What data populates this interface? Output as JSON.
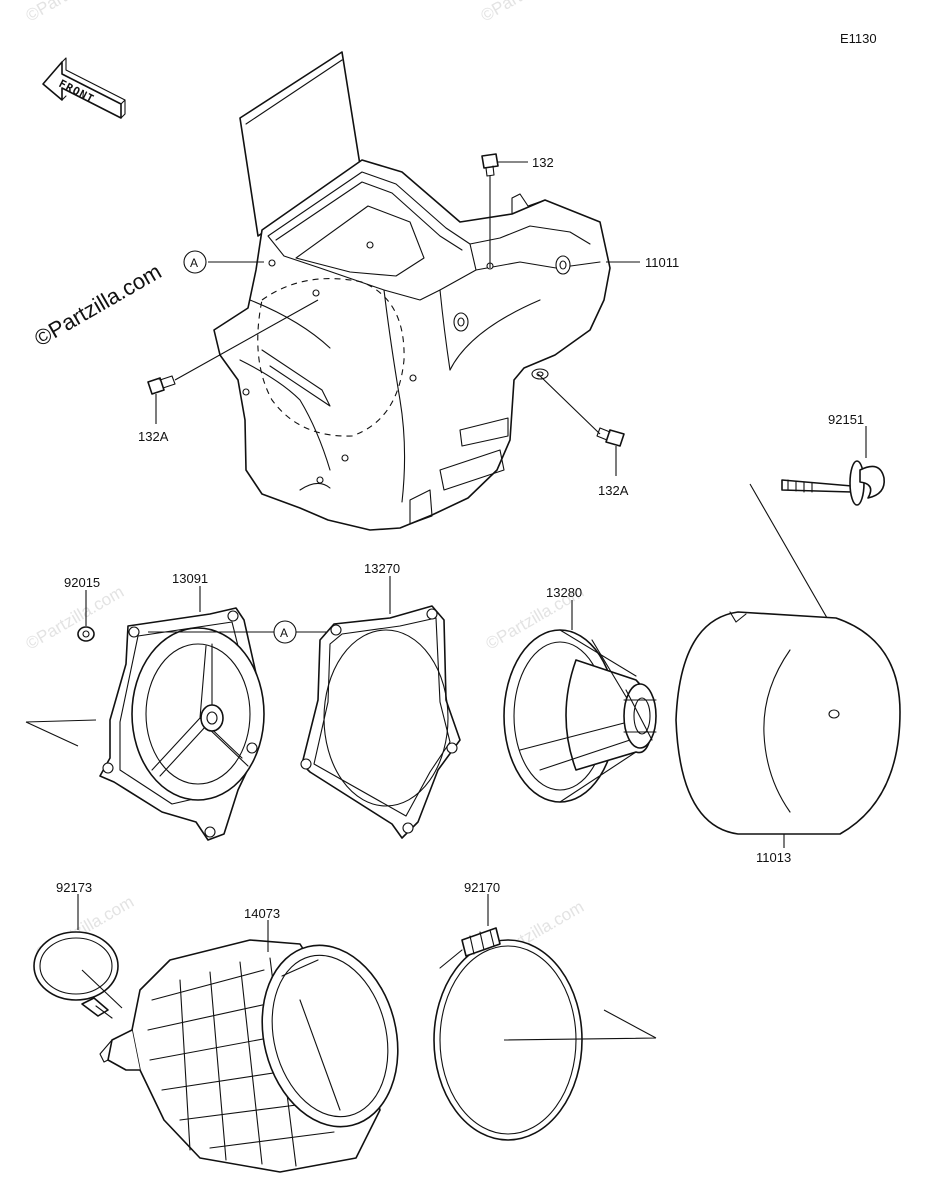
{
  "diagram_code": "E1130",
  "front_label": "FRONT",
  "watermark": "©Partzilla.com",
  "ref_marker": "A",
  "parts": {
    "air_cleaner_case": "11011",
    "case_bolt_top": "132",
    "case_bolt_left": "132A",
    "case_bolt_right": "132A",
    "wing_bolt": "92151",
    "grommet": "92015",
    "holder": "13091",
    "gasket": "13270",
    "filter_frame": "13280",
    "air_filter_element": "11013",
    "small_clamp": "92173",
    "intake_duct": "14073",
    "large_clamp": "92170"
  }
}
